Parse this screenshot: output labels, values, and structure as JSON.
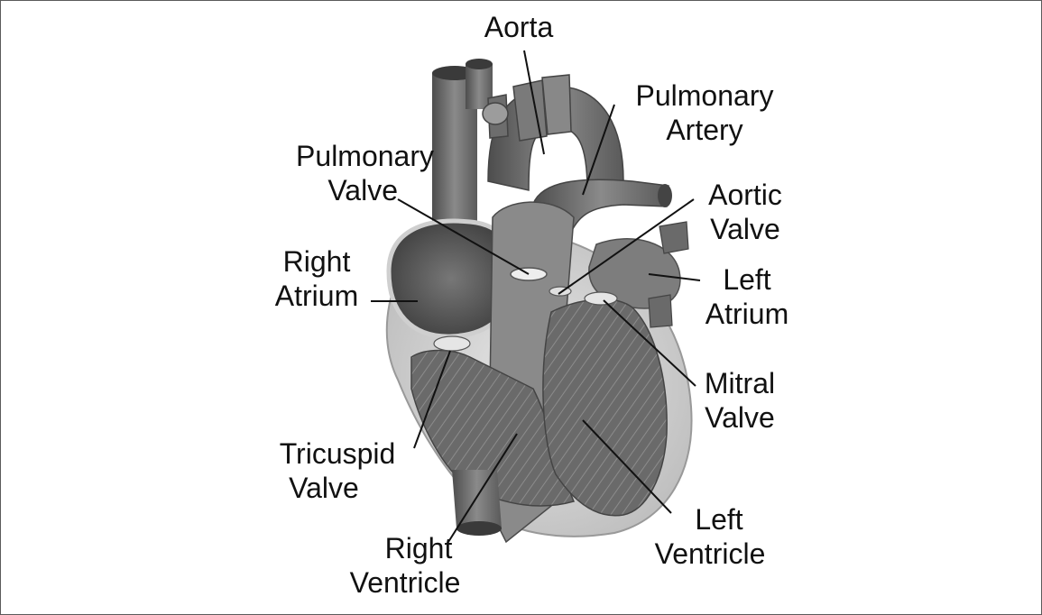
{
  "diagram": {
    "labels": {
      "aorta": [
        "Aorta"
      ],
      "pulmonary_artery": [
        "Pulmonary",
        "Artery"
      ],
      "pulmonary_valve": [
        "Pulmonary",
        "Valve"
      ],
      "aortic_valve": [
        "Aortic",
        "Valve"
      ],
      "right_atrium": [
        "Right",
        "Atrium"
      ],
      "left_atrium": [
        "Left",
        "Atrium"
      ],
      "mitral_valve": [
        "Mitral",
        "Valve"
      ],
      "tricuspid_valve": [
        "Tricuspid",
        "Valve"
      ],
      "left_ventricle": [
        "Left",
        "Ventricle"
      ],
      "right_ventricle": [
        "Right",
        "Ventricle"
      ]
    }
  }
}
